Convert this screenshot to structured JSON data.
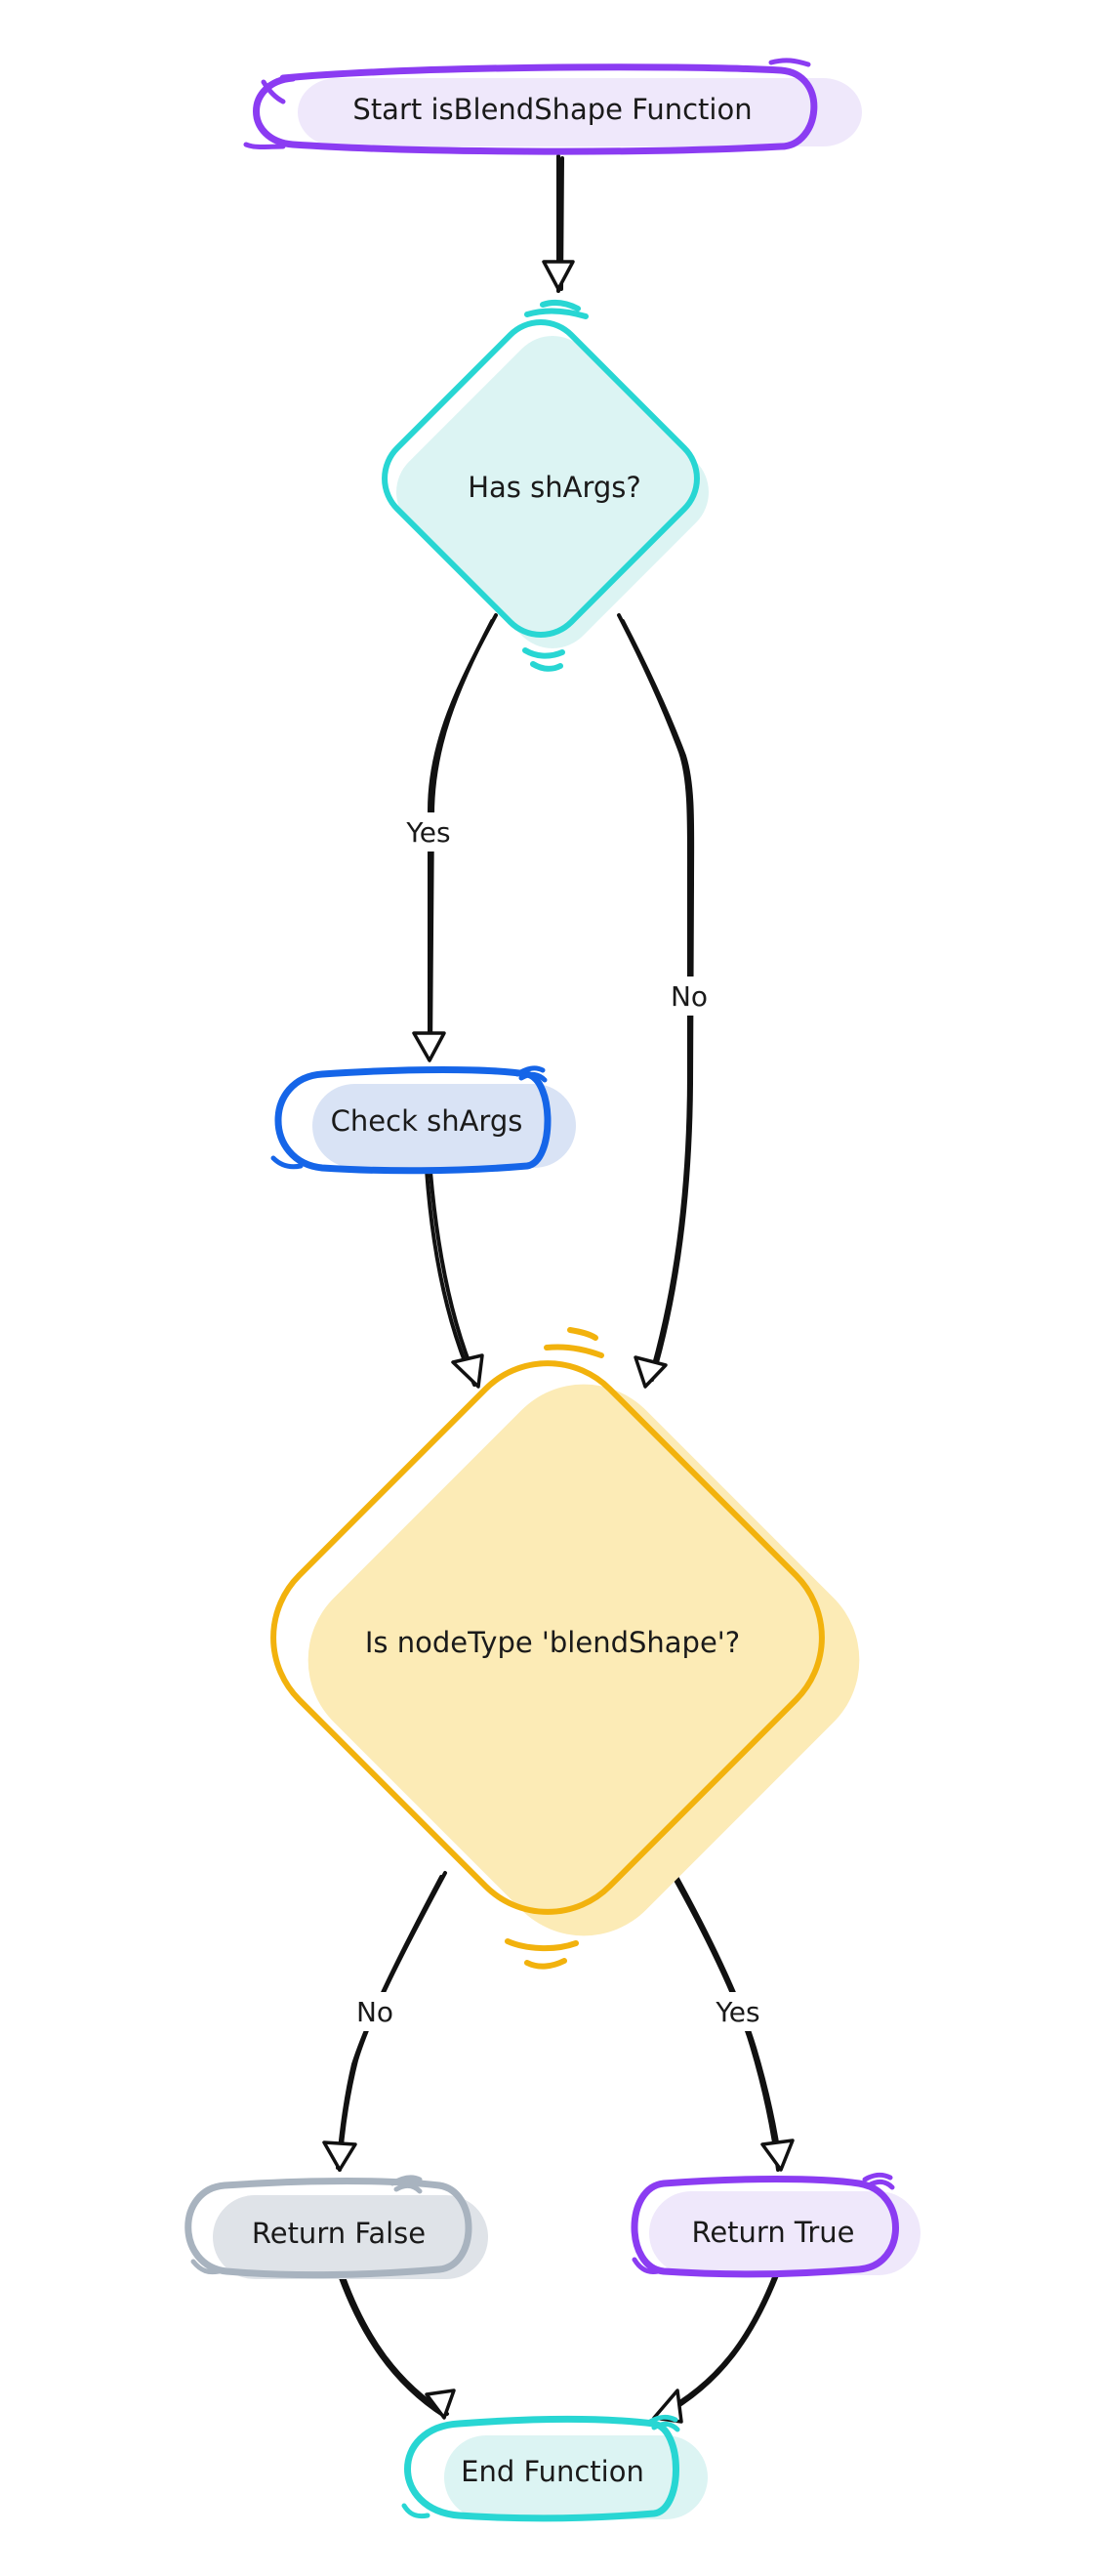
{
  "nodes": {
    "start": {
      "label": "Start isBlendShape Function",
      "stroke": "#8b3cf2",
      "fill": "#efe8fb"
    },
    "has_shargs": {
      "label": "Has shArgs?",
      "stroke": "#28d6d3",
      "fill": "#dcf4f3"
    },
    "check_shargs": {
      "label": "Check shArgs",
      "stroke": "#1565e8",
      "fill": "#d9e3f5"
    },
    "is_blendshape": {
      "label": "Is nodeType 'blendShape'?",
      "stroke": "#f2b20d",
      "fill": "#fcebb6"
    },
    "return_false": {
      "label": "Return False",
      "stroke": "#a8b3bf",
      "fill": "#dfe3e8"
    },
    "return_true": {
      "label": "Return True",
      "stroke": "#8b3cf2",
      "fill": "#efe8fb"
    },
    "end": {
      "label": "End Function",
      "stroke": "#28d6d3",
      "fill": "#dcf4f3"
    }
  },
  "edges": {
    "start_to_has": {
      "label": ""
    },
    "has_yes": {
      "label": "Yes"
    },
    "has_no": {
      "label": "No"
    },
    "check_to_is": {
      "label": ""
    },
    "is_no": {
      "label": "No"
    },
    "is_yes": {
      "label": "Yes"
    },
    "false_to_end": {
      "label": ""
    },
    "true_to_end": {
      "label": ""
    }
  }
}
